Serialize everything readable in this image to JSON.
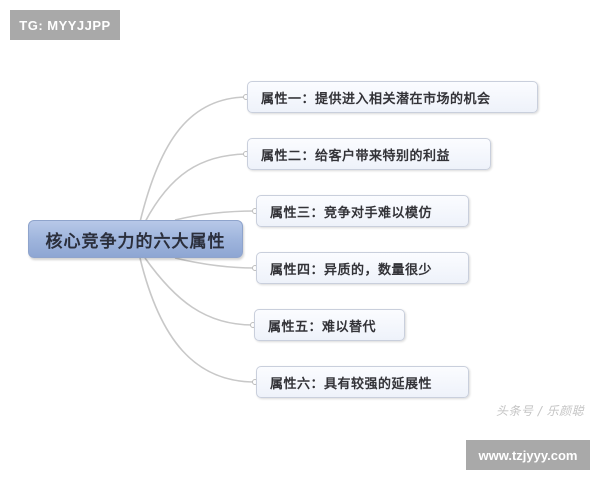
{
  "badges": {
    "top_left": "TG: MYYJJPP",
    "bottom_right": "www.tzjyyy.com"
  },
  "mindmap": {
    "central_topic": "核心竞争力的六大属性",
    "branches": [
      {
        "label": "属性一：提供进入相关潜在市场的机会"
      },
      {
        "label": "属性二：给客户带来特别的利益"
      },
      {
        "label": "属性三：竞争对手难以模仿"
      },
      {
        "label": "属性四：异质的，数量很少"
      },
      {
        "label": "属性五：难以替代"
      },
      {
        "label": "属性六：具有较强的延展性"
      }
    ]
  },
  "watermark": "头条号 / 乐颜聪",
  "colors": {
    "central_fill": "#9fb5dd",
    "branch_fill": "#eef2fa",
    "branch_border": "#c9cfdc",
    "connector": "#c8c8c8",
    "badge_bg": "#a9a9a9"
  }
}
